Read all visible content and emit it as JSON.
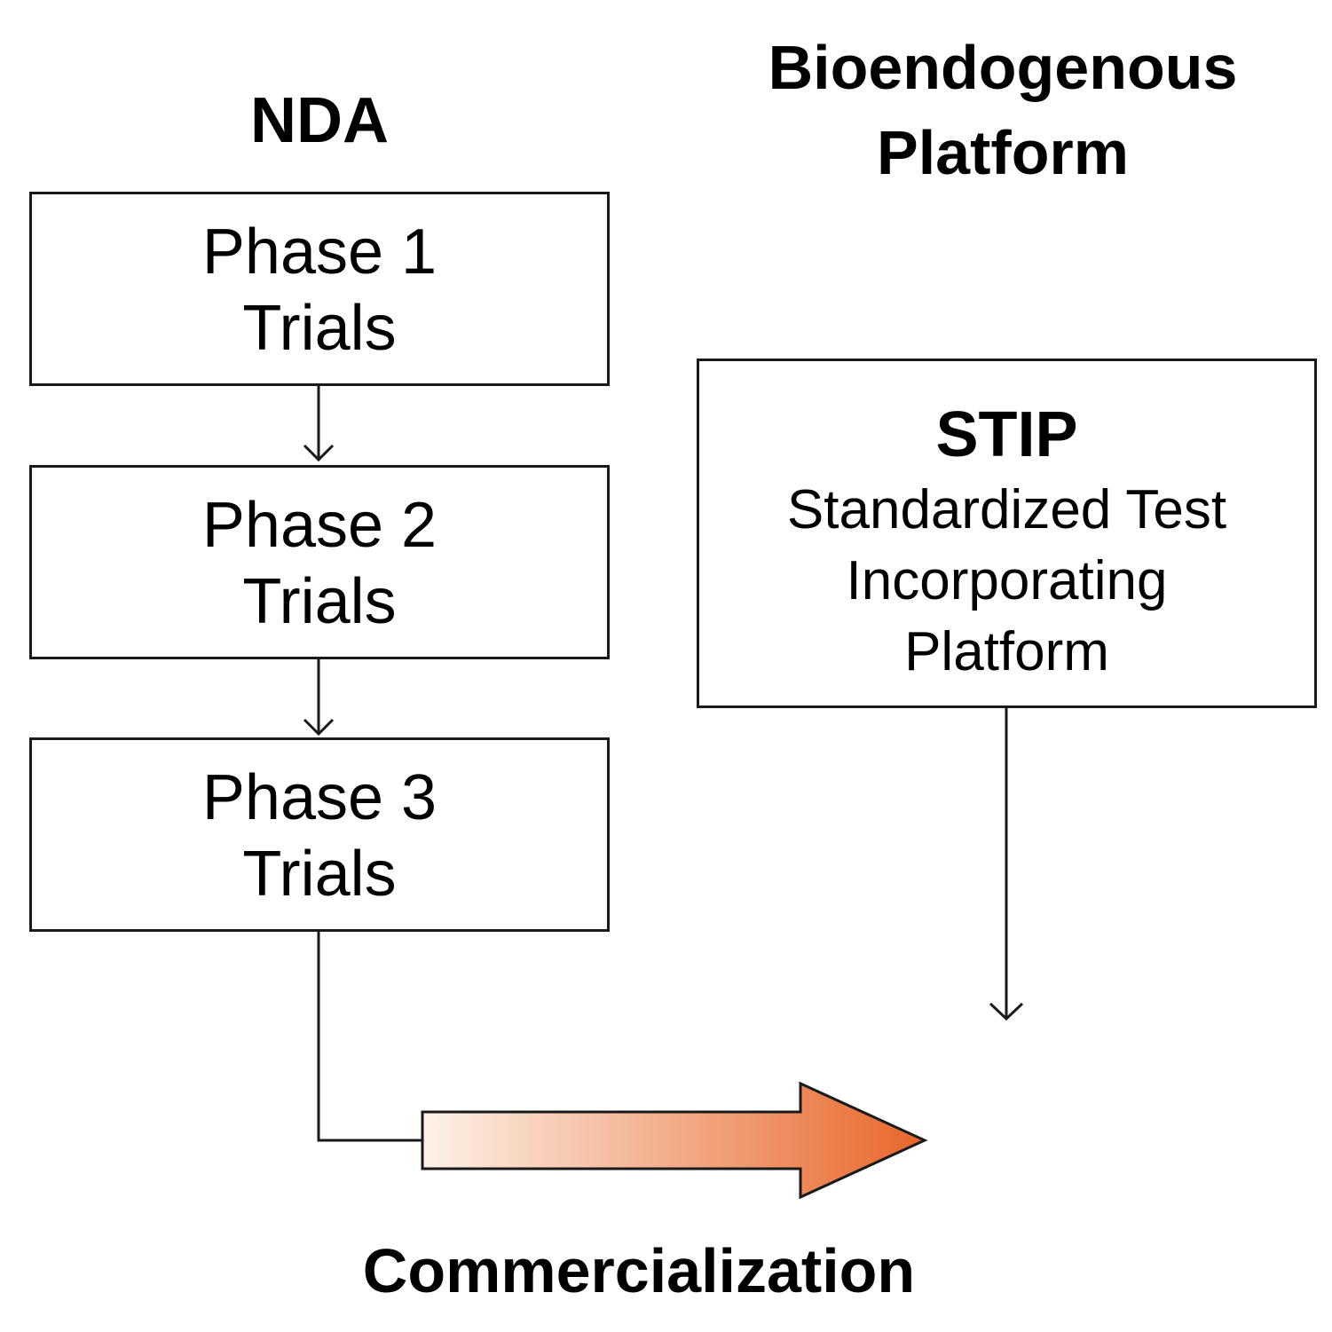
{
  "headings": {
    "nda": "NDA",
    "bioendogenous_line1": "Bioendogenous",
    "bioendogenous_line2": "Platform",
    "commercialization": "Commercialization"
  },
  "phases": [
    {
      "line1": "Phase 1",
      "line2": "Trials"
    },
    {
      "line1": "Phase 2",
      "line2": "Trials"
    },
    {
      "line1": "Phase 3",
      "line2": "Trials"
    }
  ],
  "stip": {
    "acronym": "STIP",
    "line1": "Standardized Test",
    "line2": "Incorporating",
    "line3": "Platform"
  },
  "colors": {
    "arrow_gradient_start": "#fdf2e8",
    "arrow_gradient_end": "#e8662a",
    "stroke": "#1a1a1a"
  }
}
